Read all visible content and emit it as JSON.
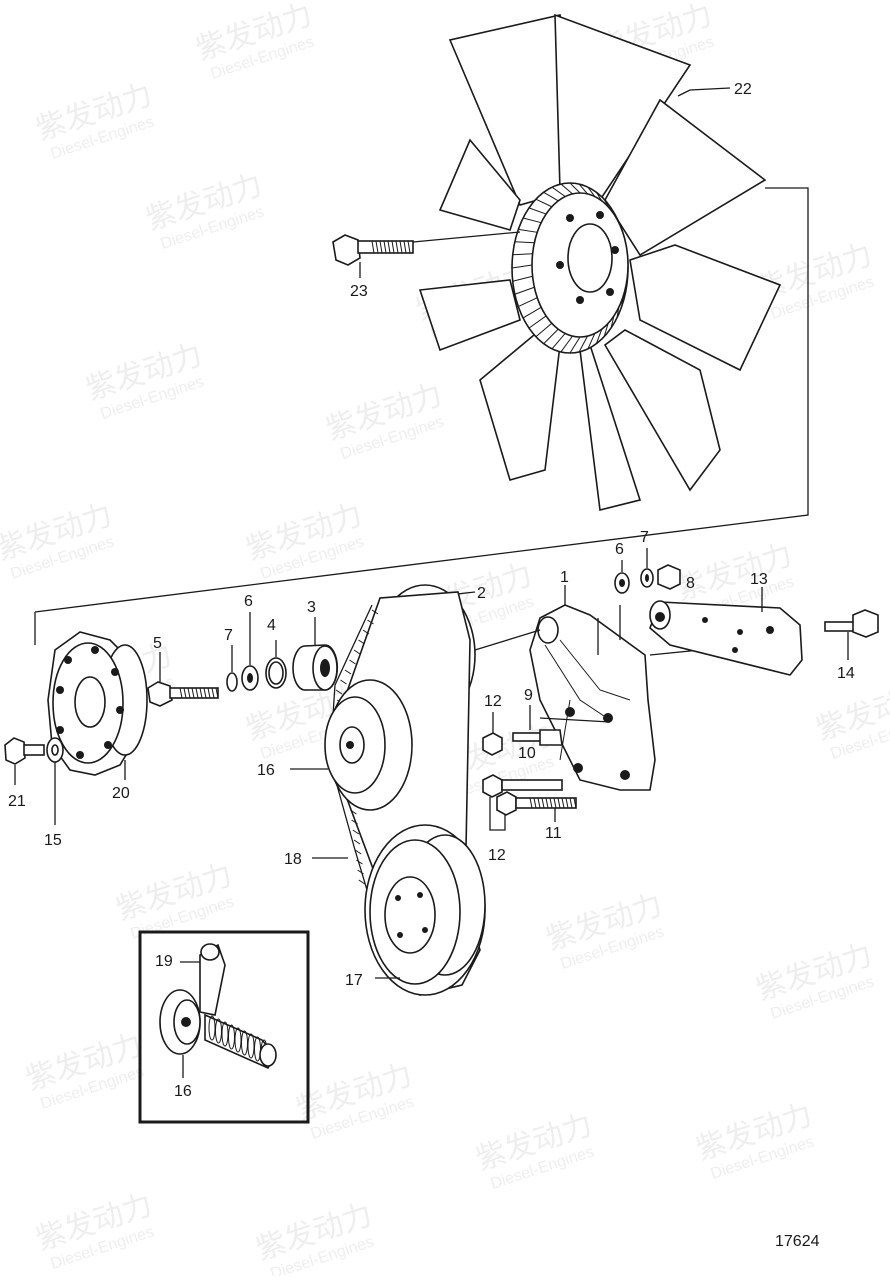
{
  "diagram": {
    "drawing_number": "17624",
    "callouts": [
      {
        "id": "c22",
        "label": "22"
      },
      {
        "id": "c23",
        "label": "23"
      },
      {
        "id": "c1",
        "label": "1"
      },
      {
        "id": "c2",
        "label": "2"
      },
      {
        "id": "c3",
        "label": "3"
      },
      {
        "id": "c4",
        "label": "4"
      },
      {
        "id": "c5",
        "label": "5"
      },
      {
        "id": "c6a",
        "label": "6"
      },
      {
        "id": "c6b",
        "label": "6"
      },
      {
        "id": "c7a",
        "label": "7"
      },
      {
        "id": "c7b",
        "label": "7"
      },
      {
        "id": "c8",
        "label": "8"
      },
      {
        "id": "c9",
        "label": "9"
      },
      {
        "id": "c10",
        "label": "10"
      },
      {
        "id": "c11",
        "label": "11"
      },
      {
        "id": "c12a",
        "label": "12"
      },
      {
        "id": "c12b",
        "label": "12"
      },
      {
        "id": "c13",
        "label": "13"
      },
      {
        "id": "c14",
        "label": "14"
      },
      {
        "id": "c15",
        "label": "15"
      },
      {
        "id": "c16a",
        "label": "16"
      },
      {
        "id": "c16b",
        "label": "16"
      },
      {
        "id": "c17",
        "label": "17"
      },
      {
        "id": "c18",
        "label": "18"
      },
      {
        "id": "c19",
        "label": "19"
      },
      {
        "id": "c20",
        "label": "20"
      },
      {
        "id": "c21",
        "label": "21"
      }
    ]
  },
  "watermark": {
    "brand": "紫发动力",
    "sub": "Diesel-Engines"
  }
}
